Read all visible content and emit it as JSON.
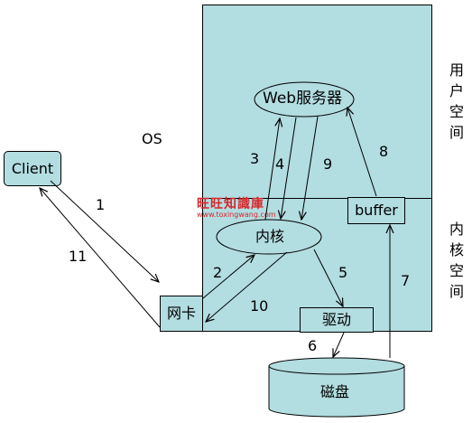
{
  "labels": {
    "user_space": "用户空间",
    "kernel_space": "内核空间",
    "os": "OS",
    "client": "Client",
    "web_server": "Web服务器",
    "kernel": "内核",
    "buffer": "buffer",
    "nic": "网卡",
    "driver": "驱动",
    "disk": "磁盘"
  },
  "steps": [
    "1",
    "2",
    "3",
    "4",
    "5",
    "6",
    "7",
    "8",
    "9",
    "10",
    "11"
  ],
  "watermark": {
    "title": "旺旺知識庫",
    "url": "www.toxingwang.com"
  },
  "colors": {
    "fill": "#b2dde1",
    "border": "#000000",
    "watermark_red": "#d9262a"
  }
}
